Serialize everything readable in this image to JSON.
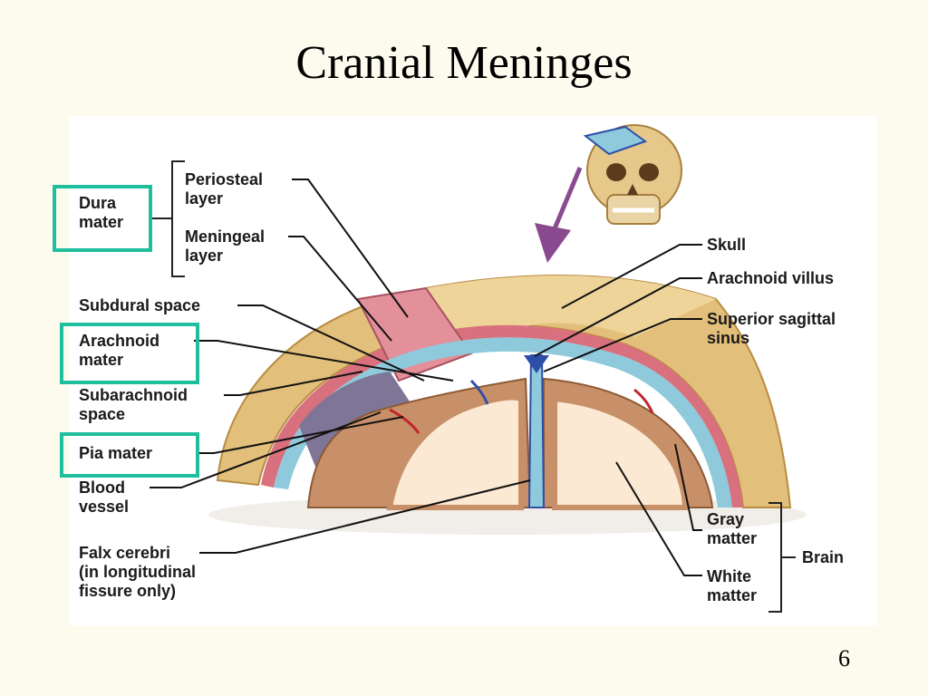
{
  "slide": {
    "title": "Cranial Meninges",
    "page_number": "6"
  },
  "labels": {
    "dura_mater": "Dura\nmater",
    "periosteal_layer": "Periosteal\nlayer",
    "meningeal_layer": "Meningeal\nlayer",
    "subdural_space": "Subdural space",
    "arachnoid_mater": "Arachnoid\nmater",
    "subarachnoid_space": "Subarachnoid\nspace",
    "pia_mater": "Pia mater",
    "blood_vessel": "Blood\nvessel",
    "falx_cerebri": "Falx cerebri\n(in longitudinal\nfissure only)",
    "skull": "Skull",
    "arachnoid_villus": "Arachnoid villus",
    "superior_sagittal_sinus": "Superior sagittal\nsinus",
    "gray_matter": "Gray\nmatter",
    "white_matter": "White\nmatter",
    "brain": "Brain"
  },
  "colors": {
    "highlight_box": "#1fbf9e",
    "skull_bone": "#e2bf7a",
    "dura": "#d9707e",
    "arachnoid": "#8ec9dc",
    "subarachnoid": "#7f7596",
    "cortex": "#c89068",
    "white_matter": "#fbe9d3",
    "vessel_red": "#c0262f",
    "vessel_blue": "#2e4fa8",
    "arrow": "#8a4a8f"
  }
}
